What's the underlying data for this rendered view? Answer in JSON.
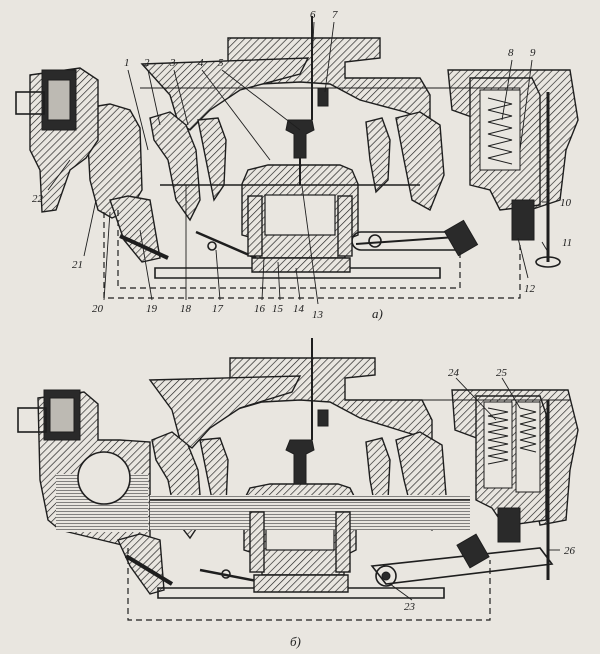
{
  "figure": {
    "caption_a": "а)",
    "caption_b": "б)",
    "labels_a": [
      "1",
      "2",
      "3",
      "4",
      "5",
      "6",
      "7",
      "8",
      "9",
      "10",
      "11",
      "12",
      "13",
      "14",
      "15",
      "16",
      "17",
      "18",
      "19",
      "20",
      "21",
      "22"
    ],
    "labels_b": [
      "23",
      "24",
      "25",
      "26"
    ]
  }
}
